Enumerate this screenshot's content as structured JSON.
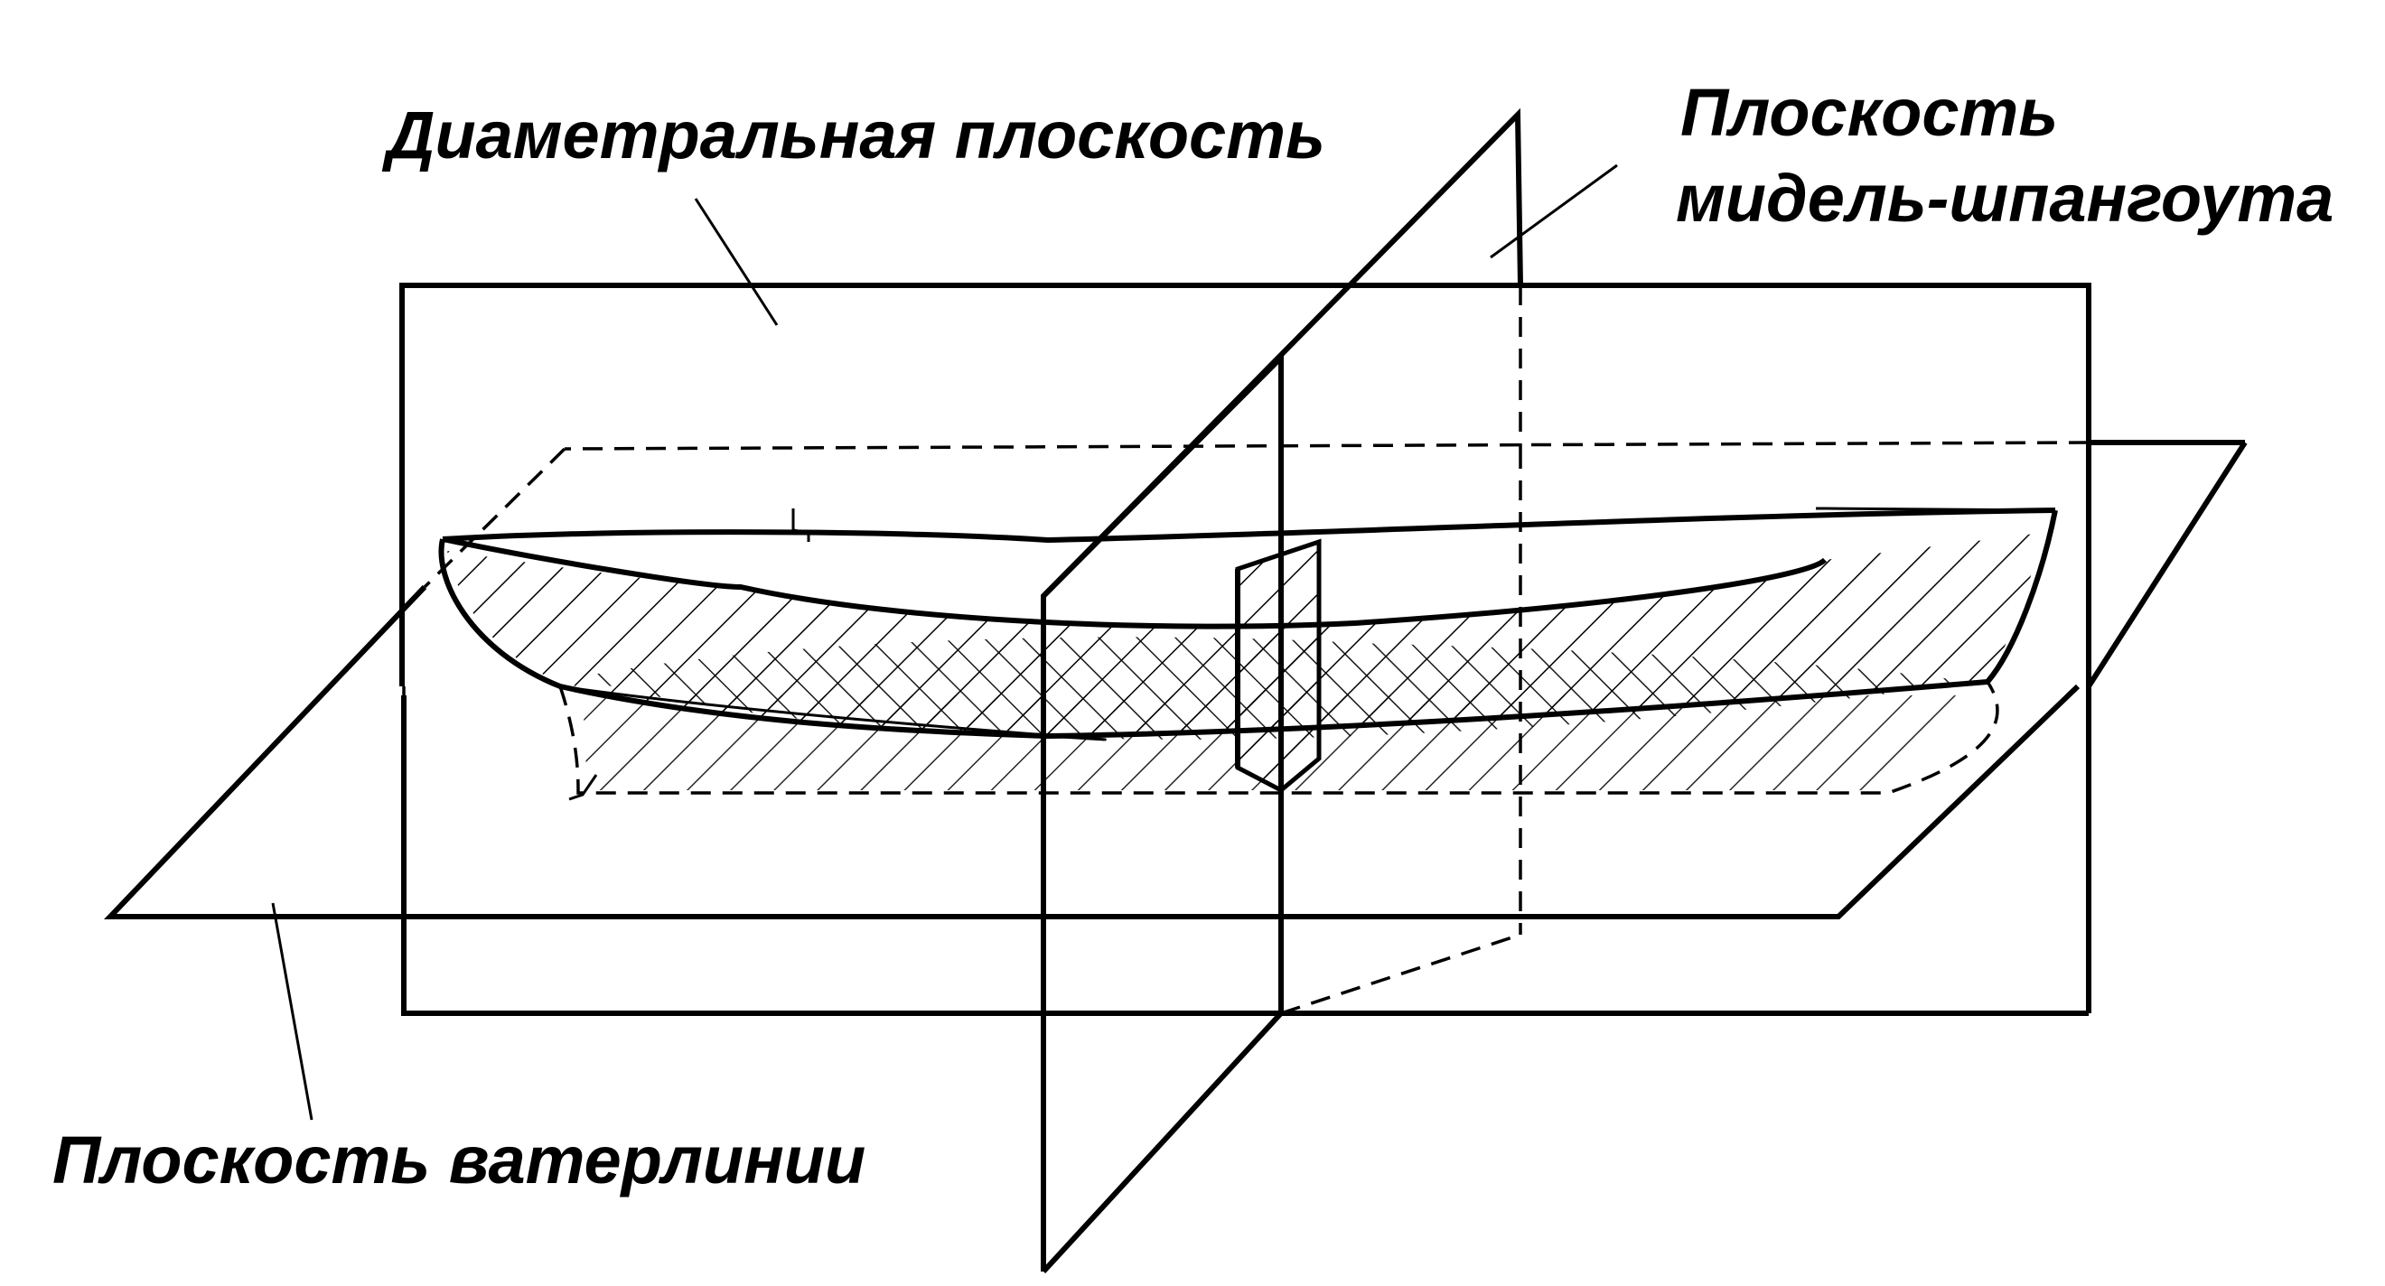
{
  "labels": {
    "diametral": "Диаметральная плоскость",
    "midship_line1": "Плоскость",
    "midship_line2": "мидель-шпангоута",
    "waterline": "Плоскость ватерлинии"
  },
  "colors": {
    "ink": "#000000",
    "background": "#ffffff"
  }
}
